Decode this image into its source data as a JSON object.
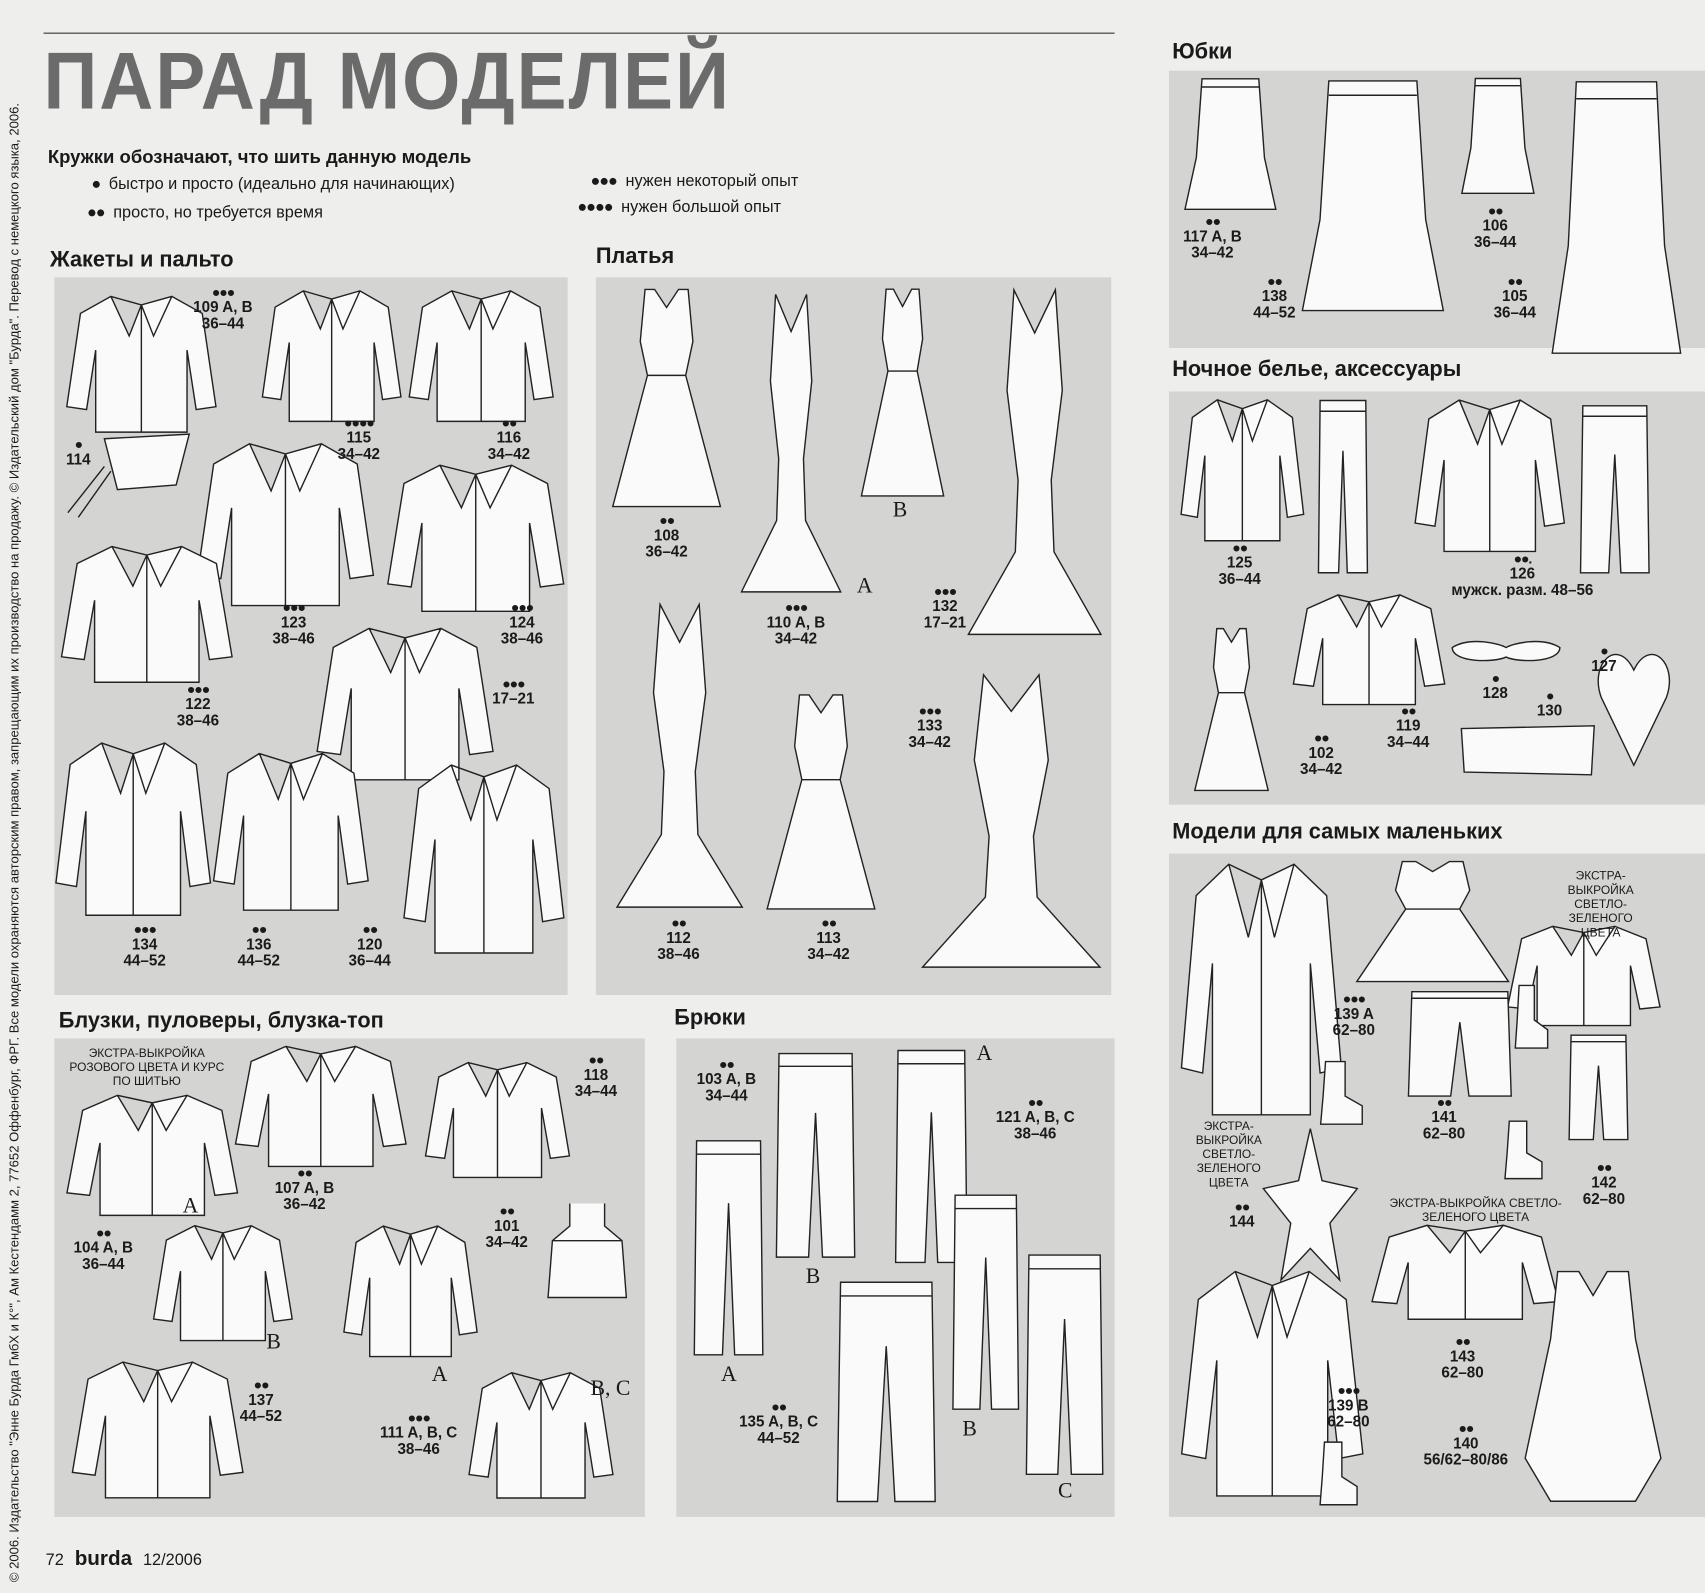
{
  "title": "ПАРАД МОДЕЛЕЙ",
  "legend": {
    "title": "Кружки обозначают, что шить данную модель",
    "items": [
      {
        "dots": "●",
        "label": "быстро и просто (идеально для начинающих)"
      },
      {
        "dots": "●●",
        "label": "просто, но требуется время"
      },
      {
        "dots": "●●●",
        "label": "нужен некоторый опыт"
      },
      {
        "dots": "●●●●",
        "label": "нужен большой опыт"
      }
    ]
  },
  "sections": {
    "jackets": "Жакеты и пальто",
    "dresses": "Платья",
    "blouses": "Блузки, пуловеры, блузка-топ",
    "trousers": "Брюки",
    "skirts": "Юбки",
    "nightwear": "Ночное белье, аксессуары",
    "babies": "Модели для самых маленьких"
  },
  "models": [
    {
      "dots": "●●●",
      "number": "109 A, B",
      "sizes": "36–44"
    },
    {
      "dots": "●",
      "number": "114",
      "sizes": ""
    },
    {
      "dots": "●●●●",
      "number": "115",
      "sizes": "34–42"
    },
    {
      "dots": "●●",
      "number": "116",
      "sizes": "34–42"
    },
    {
      "dots": "●●●",
      "number": "123",
      "sizes": "38–46"
    },
    {
      "dots": "●●●",
      "number": "124",
      "sizes": "38–46"
    },
    {
      "dots": "●●●",
      "number": "122",
      "sizes": "38–46"
    },
    {
      "dots": "●●●",
      "number": "",
      "sizes": "17–21"
    },
    {
      "dots": "●●●",
      "number": "134",
      "sizes": "44–52"
    },
    {
      "dots": "●●",
      "number": "136",
      "sizes": "44–52"
    },
    {
      "dots": "●●",
      "number": "120",
      "sizes": "36–44"
    },
    {
      "dots": "●●",
      "number": "108",
      "sizes": "36–42"
    },
    {
      "dots": "●●●",
      "number": "110 A, B",
      "sizes": "34–42"
    },
    {
      "dots": "●●●",
      "number": "132",
      "sizes": "17–21"
    },
    {
      "dots": "●●●",
      "number": "133",
      "sizes": "34–42"
    },
    {
      "dots": "●●",
      "number": "112",
      "sizes": "38–46"
    },
    {
      "dots": "●●",
      "number": "113",
      "sizes": "34–42"
    },
    {
      "dots": "●●",
      "number": "118",
      "sizes": "34–44"
    },
    {
      "dots": "●●",
      "number": "107 A, B",
      "sizes": "36–42"
    },
    {
      "dots": "●●",
      "number": "101",
      "sizes": "34–42"
    },
    {
      "dots": "●●",
      "number": "104 A, B",
      "sizes": "36–44"
    },
    {
      "dots": "●●",
      "number": "137",
      "sizes": "44–52"
    },
    {
      "dots": "●●●",
      "number": "111 A, B, C",
      "sizes": "38–46"
    },
    {
      "dots": "●●",
      "number": "103 A, B",
      "sizes": "34–44"
    },
    {
      "dots": "●●",
      "number": "121 A, B, C",
      "sizes": "38–46"
    },
    {
      "dots": "●●",
      "number": "135 A, B, C",
      "sizes": "44–52"
    },
    {
      "dots": "●●",
      "number": "117 A, B",
      "sizes": "34–42"
    },
    {
      "dots": "●●",
      "number": "106",
      "sizes": "36–44"
    },
    {
      "dots": "●●",
      "number": "138",
      "sizes": "44–52"
    },
    {
      "dots": "●●",
      "number": "105",
      "sizes": "36–44"
    },
    {
      "dots": "●●",
      "number": "125",
      "sizes": "36–44"
    },
    {
      "dots": "●●.",
      "number": "126",
      "sizes": "мужск. разм. 48–56"
    },
    {
      "dots": "●",
      "number": "127",
      "sizes": ""
    },
    {
      "dots": "●",
      "number": "128",
      "sizes": ""
    },
    {
      "dots": "●",
      "number": "130",
      "sizes": ""
    },
    {
      "dots": "●●",
      "number": "102",
      "sizes": "34–42"
    },
    {
      "dots": "●●",
      "number": "119",
      "sizes": "34–44"
    },
    {
      "dots": "●●●",
      "number": "139 A",
      "sizes": "62–80"
    },
    {
      "dots": "●●",
      "number": "141",
      "sizes": "62–80"
    },
    {
      "dots": "●●",
      "number": "144",
      "sizes": ""
    },
    {
      "dots": "●●",
      "number": "142",
      "sizes": "62–80"
    },
    {
      "dots": "●●",
      "number": "143",
      "sizes": "62–80"
    },
    {
      "dots": "●●●",
      "number": "139 B",
      "sizes": "62–80"
    },
    {
      "dots": "●●",
      "number": "140",
      "sizes": "56/62–80/86"
    }
  ],
  "variant_letters": [
    "A",
    "B",
    "A",
    "B",
    "A",
    "B, C",
    "A",
    "B",
    "A",
    "B",
    "C"
  ],
  "notes": [
    "ЭКСТРА-ВЫКРОЙКА\nРОЗОВОГО ЦВЕТА И КУРС\nПО ШИТЬЮ",
    "ЭКСТРА-ВЫКРОЙКА\nСВЕТЛО-ЗЕЛЕНОГО\nЦВЕТА",
    "ЭКСТРА-\nВЫКРОЙКА\nСВЕТЛО-\nЗЕЛЕНОГО\nЦВЕТА",
    "ЭКСТРА-ВЫКРОЙКА СВЕТЛО-ЗЕЛЕНОГО ЦВЕТА"
  ],
  "copyright": "© 2006. Издательство \"Энне Бурда ГмбХ и К°\", Ам Кестендамм 2, 77652 Оффенбург, ФРГ. Все модели охраняются авторским правом, запрещающим их производство на продажу. © Издательский дом \"Бурда\". Перевод с немецкого языка, 2006.",
  "footer": {
    "page": "72",
    "brand": "burda",
    "issue": "12/2006"
  }
}
